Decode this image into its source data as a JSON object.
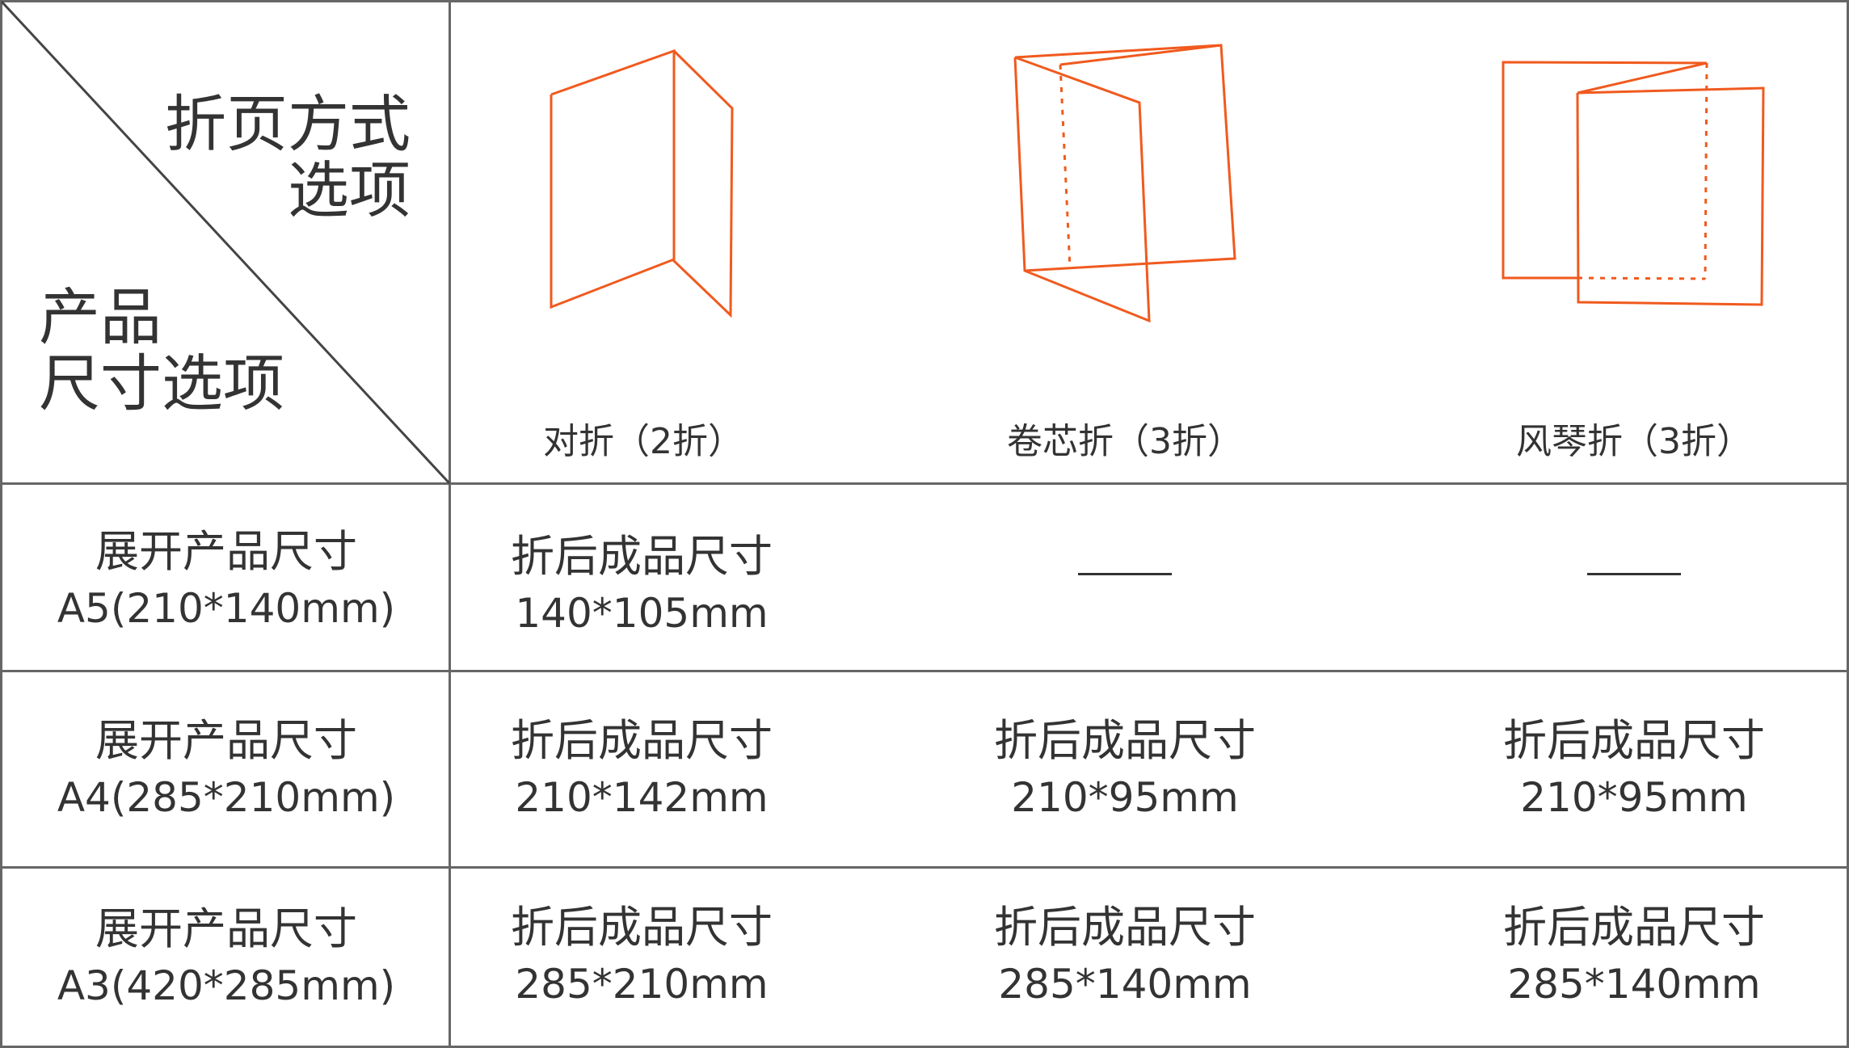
{
  "header": {
    "fold_title_line1": "折页方式",
    "fold_title_line2": "选项",
    "size_title_line1": "产品",
    "size_title_line2": "尺寸选项"
  },
  "fold_options": [
    {
      "label": "对折（2折）",
      "icon": "bi-fold-icon"
    },
    {
      "label": "卷芯折（3折）",
      "icon": "roll-fold-icon"
    },
    {
      "label": "风琴折（3折）",
      "icon": "accordion-fold-icon"
    }
  ],
  "rows": [
    {
      "size_line1": "展开产品尺寸",
      "size_line2": "A5(210*140mm)",
      "cells": [
        {
          "line1": "折后成品尺寸",
          "line2": "140*105mm"
        },
        {
          "line1": "",
          "line2": "",
          "empty": true
        },
        {
          "line1": "",
          "line2": "",
          "empty": true
        }
      ]
    },
    {
      "size_line1": "展开产品尺寸",
      "size_line2": "A4(285*210mm)",
      "cells": [
        {
          "line1": "折后成品尺寸",
          "line2": "210*142mm"
        },
        {
          "line1": "折后成品尺寸",
          "line2": "210*95mm"
        },
        {
          "line1": "折后成品尺寸",
          "line2": "210*95mm"
        }
      ]
    },
    {
      "size_line1": "展开产品尺寸",
      "size_line2": "A3(420*285mm)",
      "cells": [
        {
          "line1": "折后成品尺寸",
          "line2": "285*210mm"
        },
        {
          "line1": "折后成品尺寸",
          "line2": "285*140mm"
        },
        {
          "line1": "折后成品尺寸",
          "line2": "285*140mm"
        }
      ]
    }
  ],
  "colors": {
    "accent": "#f05a1e",
    "grid": "#666666",
    "text": "#333333"
  }
}
